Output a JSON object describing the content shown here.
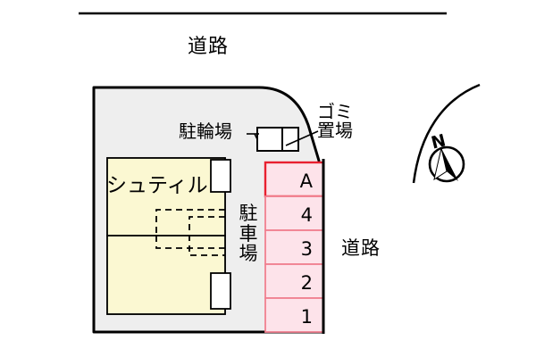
{
  "figure": {
    "kind": "site-plan",
    "title_hidden": "",
    "colors": {
      "site_fill": "#eeeeee",
      "building_fill": "#fbf8d2",
      "stall_fill": "#fde3ea",
      "stall_border": "#f08090",
      "stall_border_highlight": "#e8202f",
      "line": "#000000",
      "background": "#ffffff"
    }
  },
  "roads": {
    "top_label": "道路",
    "right_label": "道路"
  },
  "site": {
    "bicycle_parking_label": "駐輪場",
    "trash_area_label": "ゴミ置場",
    "trash_area_lines": [
      "ゴミ",
      "置場"
    ],
    "building_label": "シュティル",
    "parking_label": "駐車場",
    "parking_label_chars": [
      "駐",
      "車",
      "場"
    ]
  },
  "parking_stalls": [
    {
      "label": "A",
      "highlight": true
    },
    {
      "label": "4",
      "highlight": false
    },
    {
      "label": "3",
      "highlight": false
    },
    {
      "label": "2",
      "highlight": false
    },
    {
      "label": "1",
      "highlight": false
    }
  ],
  "compass": {
    "north_label": "N"
  }
}
